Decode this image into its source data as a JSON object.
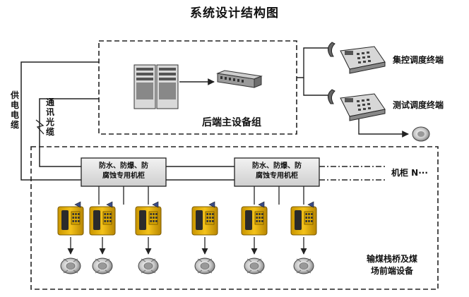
{
  "title": "系统设计结构图",
  "labels": {
    "power_cable": "供电电缆",
    "comm_cable": "通讯光缆",
    "backend_group": "后端主设备组",
    "central_terminal": "集控调度终端",
    "test_terminal": "测试调度终端",
    "cabinet_n": "机柜 N···",
    "front_equipment_line1": "输煤栈桥及煤",
    "front_equipment_line2": "场前端设备"
  },
  "cabinets": [
    {
      "line1": "防水、防爆、防",
      "line2": "腐蚀专用机柜"
    },
    {
      "line1": "防水、防爆、防",
      "line2": "腐蚀专用机柜"
    }
  ],
  "colors": {
    "phone_yellow": "#e8b400",
    "line": "#222222",
    "cabinet_fill": "#e6e6e6"
  }
}
